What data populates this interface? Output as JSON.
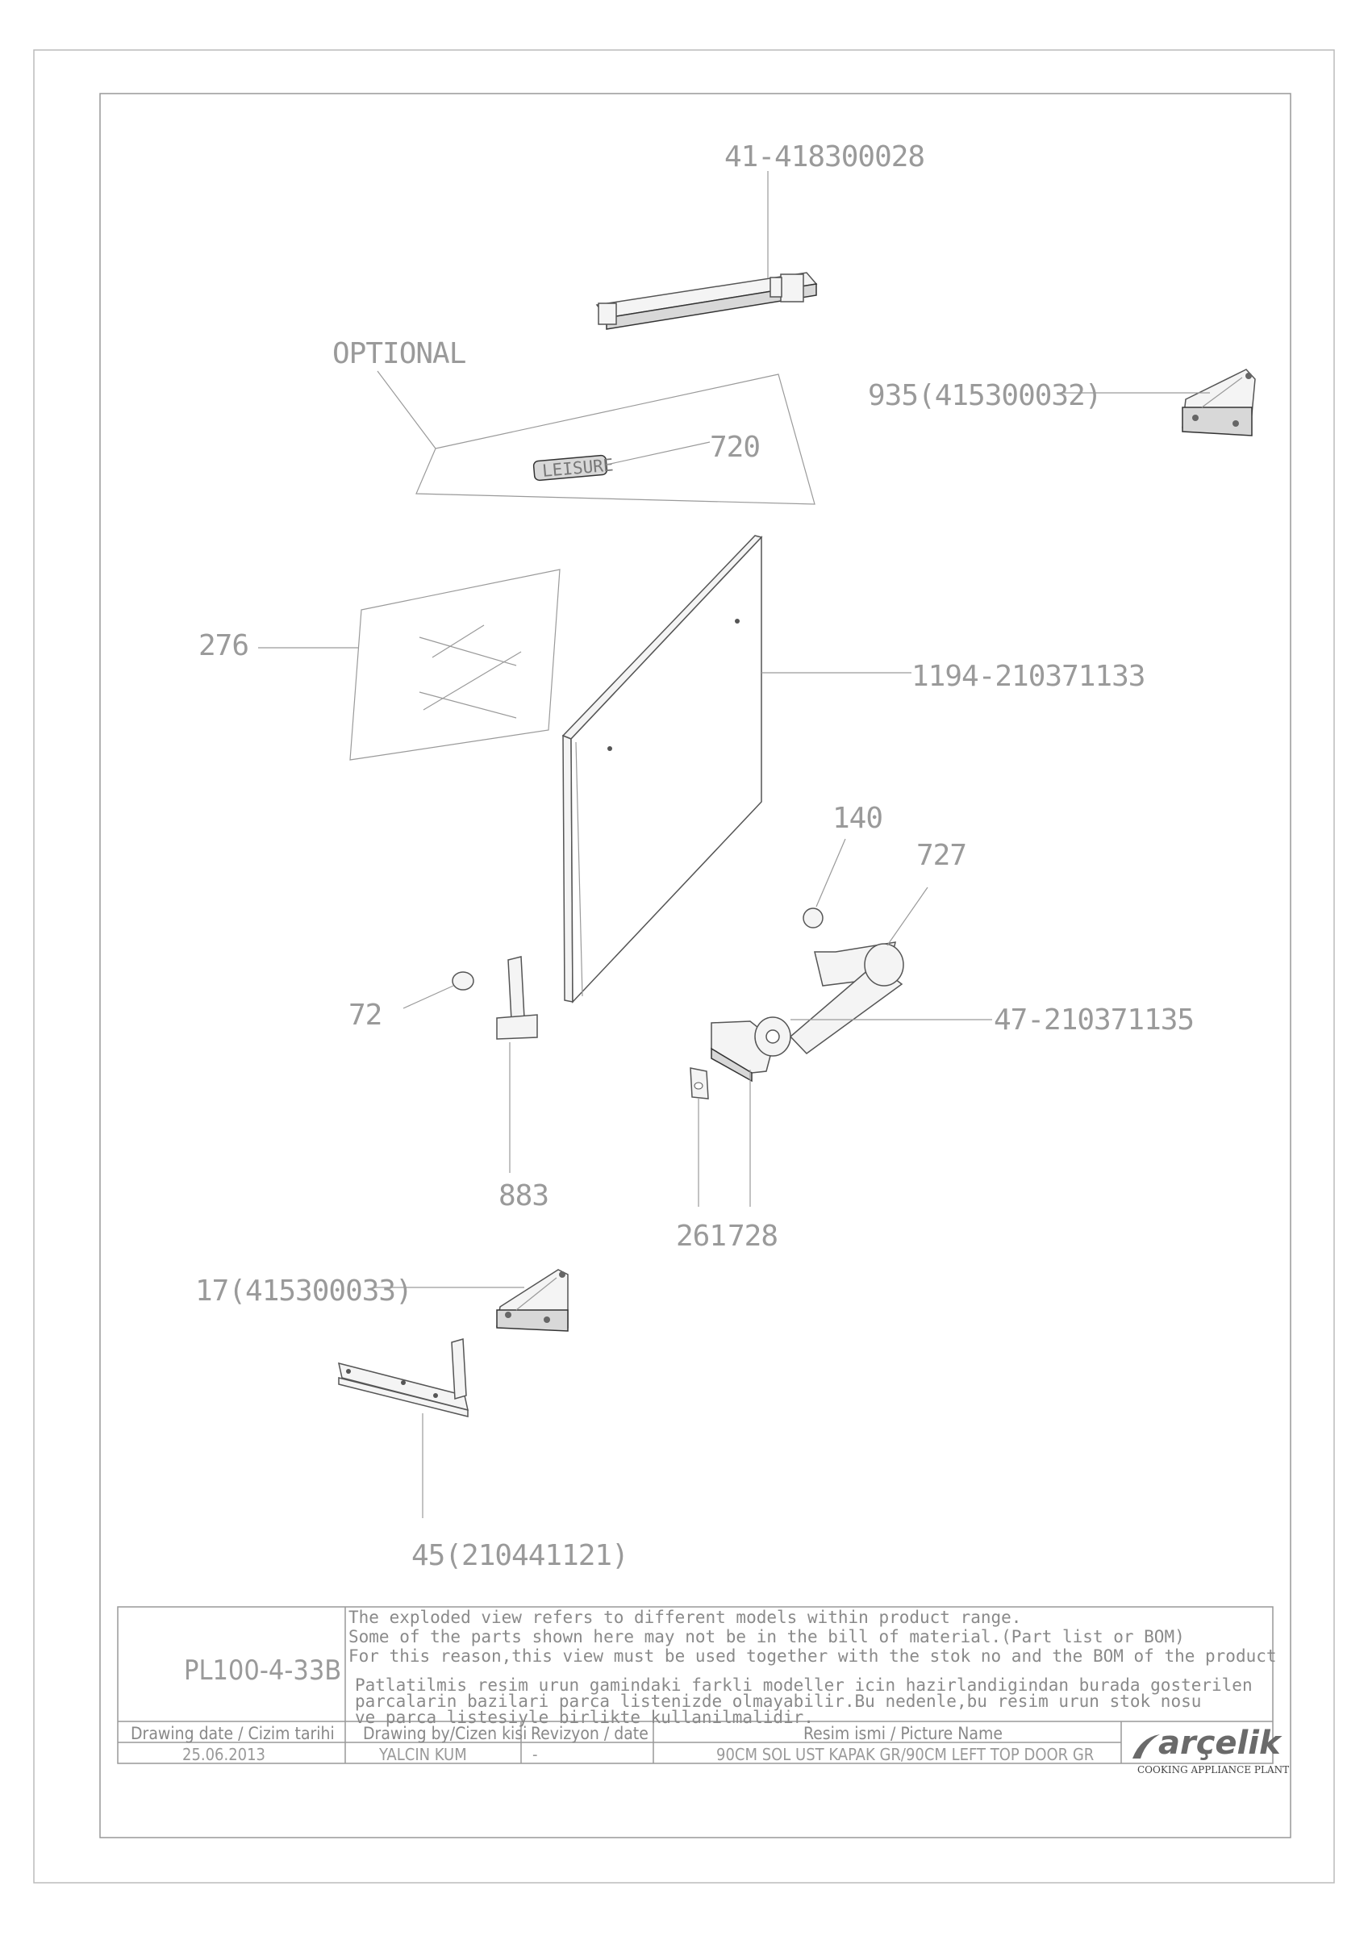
{
  "callouts": {
    "c41": "41-418300028",
    "optional": "OPTIONAL",
    "c935": "935(415300032)",
    "c720": "720",
    "c276": "276",
    "c1194": "1194-210371133",
    "c140": "140",
    "c727": "727",
    "c72": "72",
    "c47": "47-210371135",
    "c883": "883",
    "c261": "261",
    "c728": "728",
    "c17": "17(415300033)",
    "c45": "45(210441121)"
  },
  "title_block": {
    "code": "PL100-4-33B",
    "notes_en": [
      "The exploded view refers to different models within product range.",
      "Some of the parts shown here may not be in the bill of material.(Part list or BOM)",
      "For this reason,this view must be used together with the stok no and the BOM of the product"
    ],
    "notes_tr": [
      "Patlatilmis resim urun gamindaki farkli modeller icin hazirlandigindan burada gosterilen",
      "parcalarin bazilari parca listenizde olmayabilir.Bu nedenle,bu resim urun stok nosu",
      "ve parca listesiyle birlikte kullanilmalidir."
    ],
    "drawing_date_label": "Drawing date / Cizim tarihi",
    "drawing_date": "25.06.2013",
    "drawn_by_label": "Drawing by/Cizen kisi",
    "drawn_by": "YALCIN KUM",
    "revision_label": "Revizyon / date",
    "revision": "-",
    "picture_name_label": "Resim ismi / Picture Name",
    "picture_name": "90CM SOL UST KAPAK GR/90CM LEFT TOP DOOR GR",
    "logo_text": "arçelik",
    "logo_subtext": "COOKING APPLIANCE PLANT"
  },
  "badge_text": "LEISURE"
}
